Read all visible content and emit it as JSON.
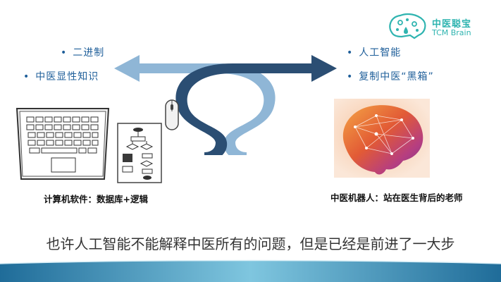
{
  "logo": {
    "cn": "中医聪宝",
    "en": "TCM Brain"
  },
  "left_bullets": [
    "二进制",
    "中医显性知识"
  ],
  "right_bullets": [
    "人工智能",
    "复制中医“黑箱”"
  ],
  "captions": {
    "left": "计算机软件：数据库+逻辑",
    "right": "中医机器人：站在医生背后的老师"
  },
  "tagline": "也许人工智能不能解释中医所有的问题，但是已经是前进了一大步",
  "bullet_symbol": "•",
  "colors": {
    "arrow_light": "#8fb6d6",
    "arrow_dark": "#2b4e73",
    "text_blue": "#1f5f9a",
    "logo_teal": "#2fb4b0",
    "footer_dark": "#1f6c99",
    "footer_light": "#7fc6df"
  }
}
